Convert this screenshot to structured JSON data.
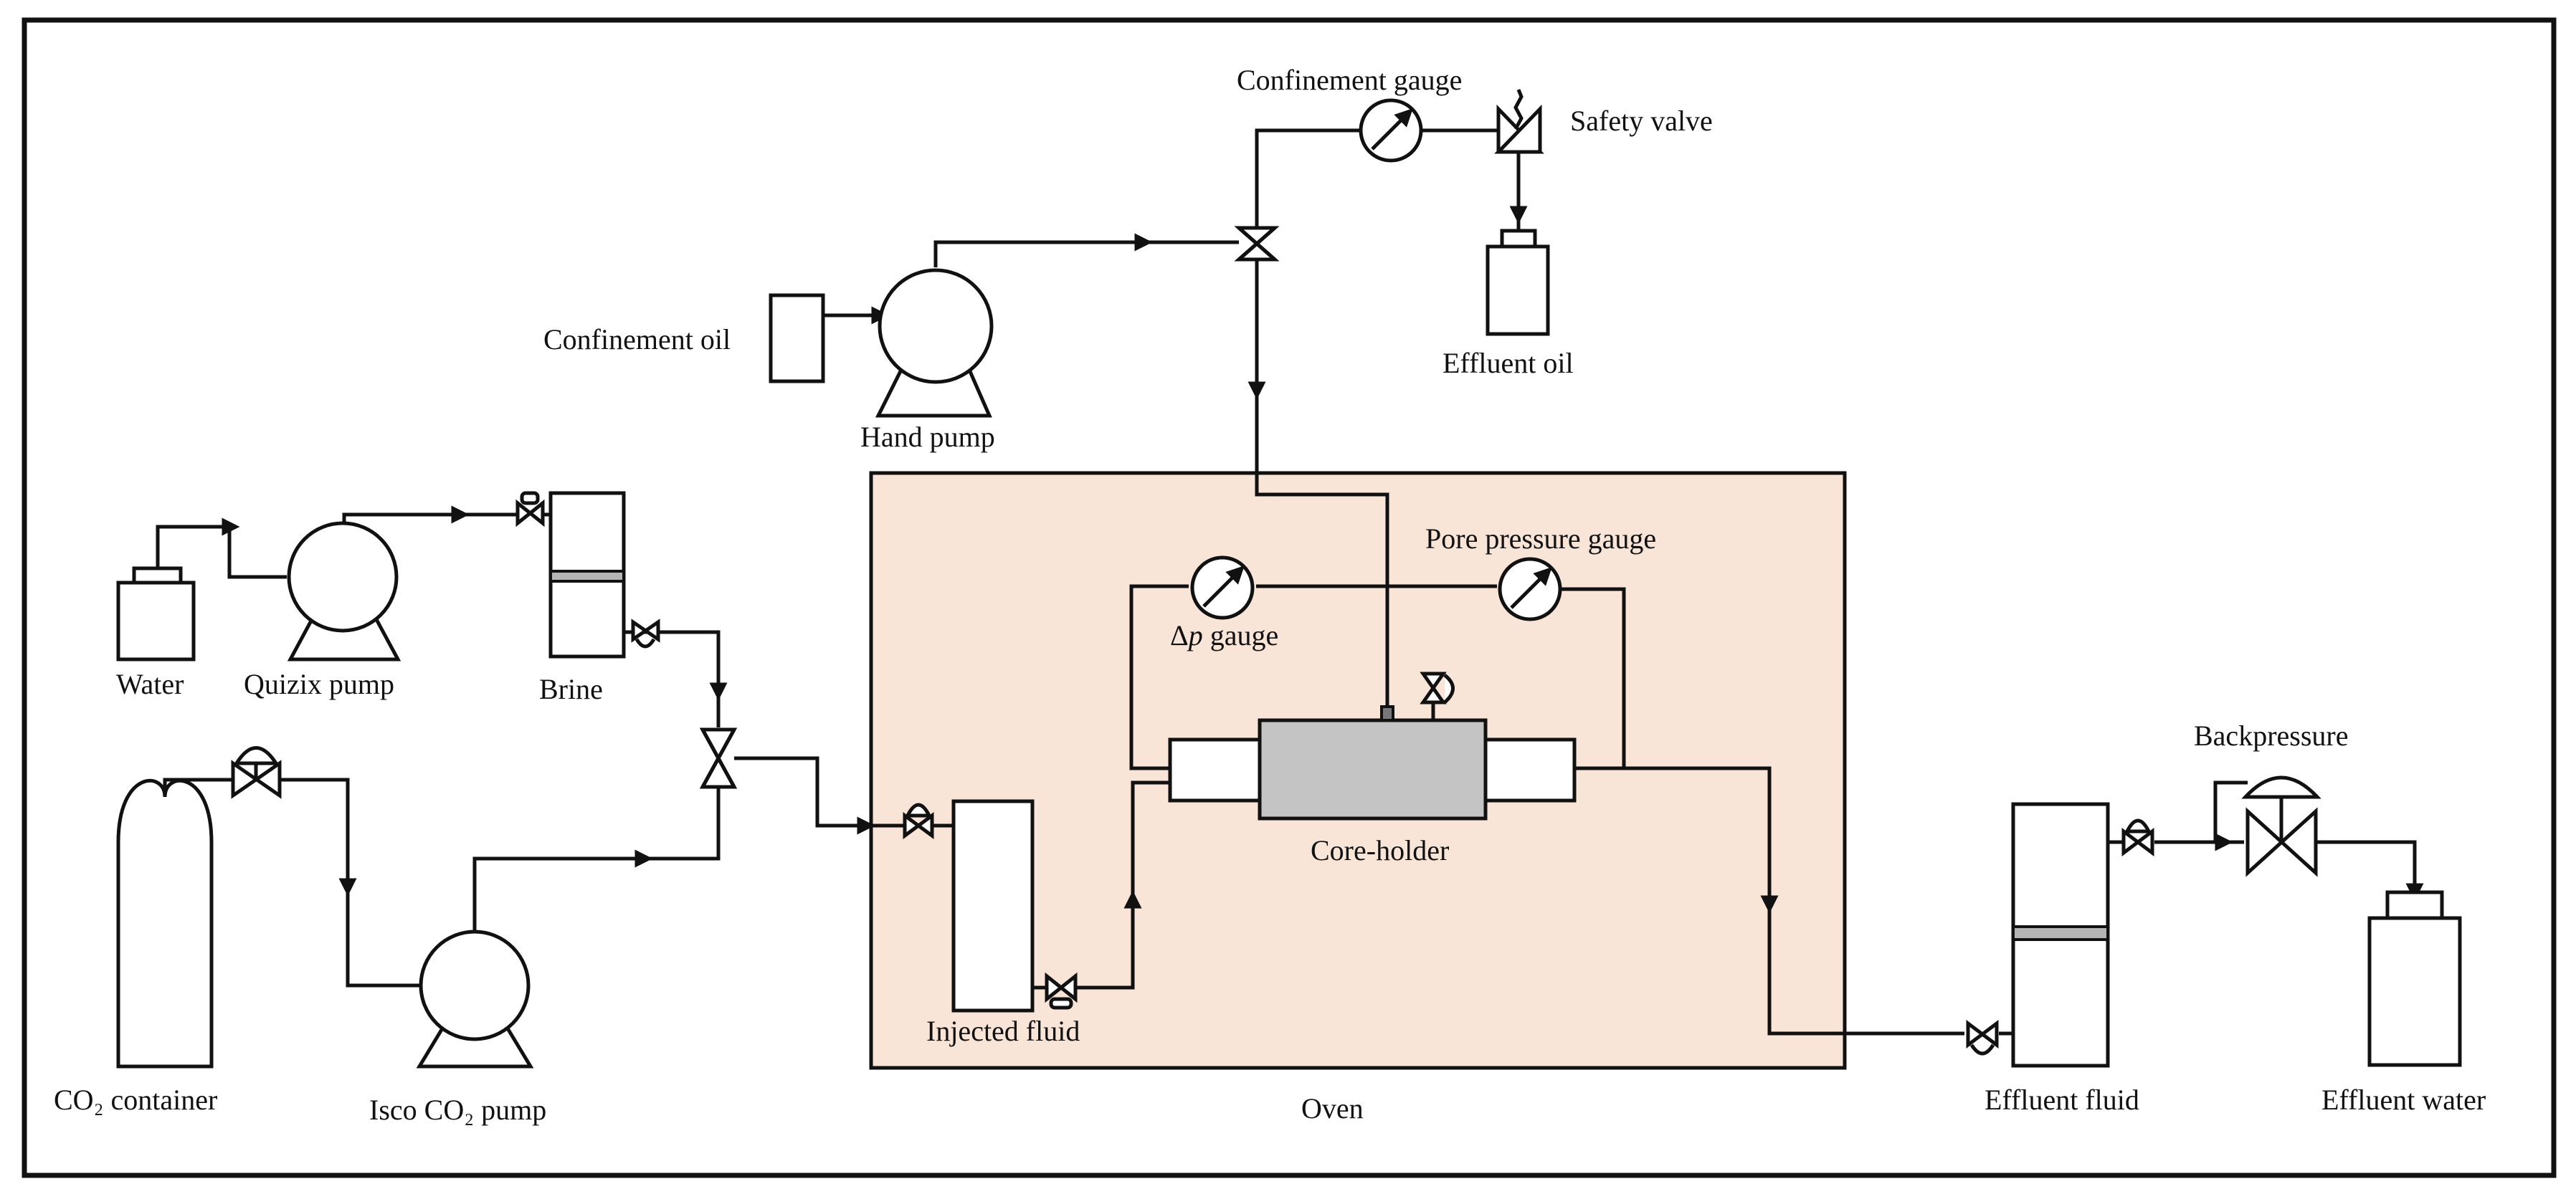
{
  "colors": {
    "oven_fill": "#f9e4d8",
    "line": "#111111",
    "core_fill": "#c4c4c4",
    "cap_fill": "#cfcfcf",
    "band_fill": "#b5b5b5"
  },
  "components": {
    "confinement_gauge": "Confinement gauge",
    "safety_valve": "Safety valve",
    "confinement_oil": "Confinement oil",
    "hand_pump": "Hand pump",
    "effluent_oil": "Effluent oil",
    "water": "Water",
    "quizix_pump": "Quizix pump",
    "brine": "Brine",
    "pore_pressure_gauge": "Pore pressure gauge",
    "dp_symbol": "Δ",
    "dp_var": "p",
    "dp_word": " gauge",
    "core_holder": "Core-holder",
    "backpressure": "Backpressure",
    "co2_container": "CO₂ container",
    "isco_pump": "Isco CO₂ pump",
    "injected_fluid": "Injected fluid",
    "oven": "Oven",
    "effluent_fluid": "Effluent fluid",
    "effluent_water": "Effluent water"
  },
  "icons": [
    "pressure-gauge-icon",
    "pump-icon",
    "valve-icon",
    "three-way-valve-icon",
    "safety-valve-icon",
    "gas-cylinder-icon",
    "container-icon",
    "piston-accumulator-icon"
  ]
}
